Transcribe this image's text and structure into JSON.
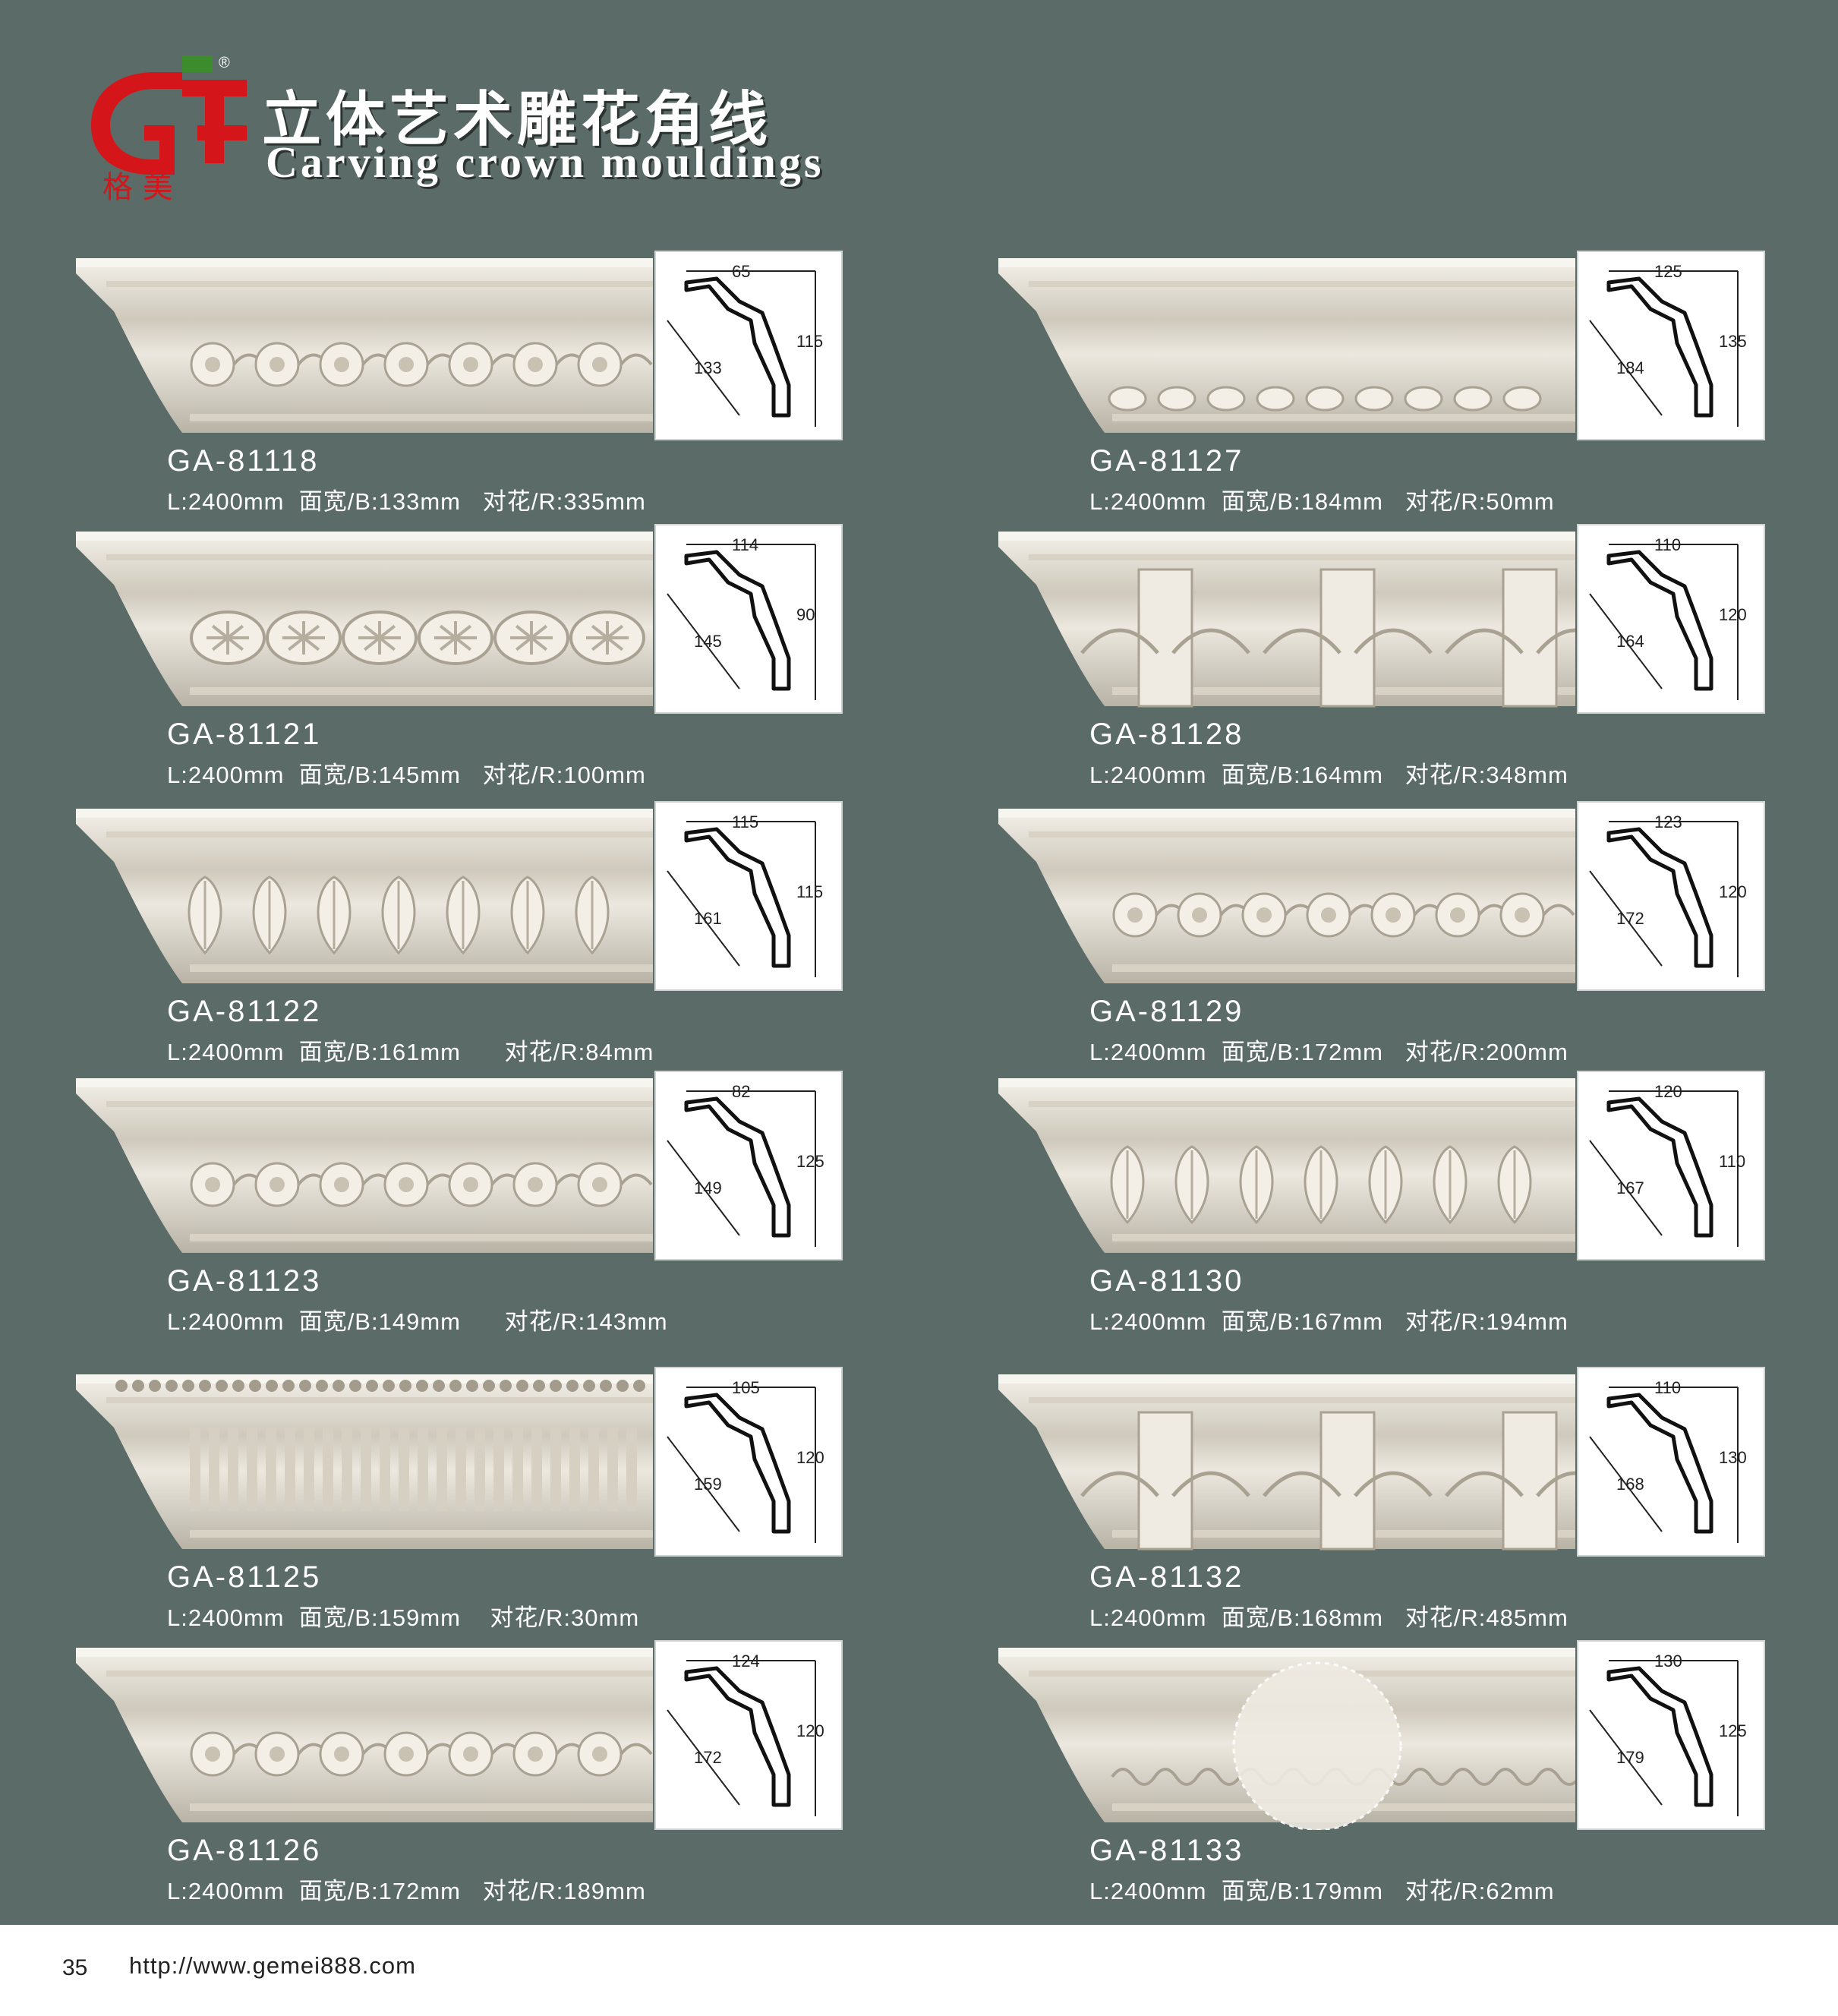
{
  "header": {
    "title_cn": "立体艺术雕花角线",
    "title_en": "Carving crown mouldings",
    "logo_text": "格 美",
    "logo_reg": "®"
  },
  "colors": {
    "background": "#5b6b67",
    "moulding": "#e6e1d6",
    "logo_red": "#d4151a",
    "logo_green": "#3c8c2e"
  },
  "products": [
    {
      "code": "GA-81118",
      "spec": "L:2400mm  面宽/B:133mm   对花/R:335mm",
      "dims": [
        "65",
        "115",
        "133"
      ]
    },
    {
      "code": "GA-81121",
      "spec": "L:2400mm  面宽/B:145mm   对花/R:100mm",
      "dims": [
        "114",
        "90",
        "145"
      ]
    },
    {
      "code": "GA-81122",
      "spec": "L:2400mm  面宽/B:161mm      对花/R:84mm",
      "dims": [
        "115",
        "115",
        "161"
      ]
    },
    {
      "code": "GA-81123",
      "spec": "L:2400mm  面宽/B:149mm      对花/R:143mm",
      "dims": [
        "82",
        "125",
        "149"
      ]
    },
    {
      "code": "GA-81125",
      "spec": "L:2400mm  面宽/B:159mm    对花/R:30mm",
      "dims": [
        "105",
        "120",
        "159"
      ]
    },
    {
      "code": "GA-81126",
      "spec": "L:2400mm  面宽/B:172mm   对花/R:189mm",
      "dims": [
        "124",
        "120",
        "172"
      ]
    },
    {
      "code": "GA-81127",
      "spec": "L:2400mm  面宽/B:184mm   对花/R:50mm",
      "dims": [
        "125",
        "135",
        "184"
      ]
    },
    {
      "code": "GA-81128",
      "spec": "L:2400mm  面宽/B:164mm   对花/R:348mm",
      "dims": [
        "110",
        "120",
        "164"
      ]
    },
    {
      "code": "GA-81129",
      "spec": "L:2400mm  面宽/B:172mm   对花/R:200mm",
      "dims": [
        "123",
        "120",
        "172"
      ]
    },
    {
      "code": "GA-81130",
      "spec": "L:2400mm  面宽/B:167mm   对花/R:194mm",
      "dims": [
        "120",
        "110",
        "167"
      ]
    },
    {
      "code": "GA-81132",
      "spec": "L:2400mm  面宽/B:168mm   对花/R:485mm",
      "dims": [
        "110",
        "130",
        "168"
      ]
    },
    {
      "code": "GA-81133",
      "spec": "L:2400mm  面宽/B:179mm   对花/R:62mm",
      "dims": [
        "130",
        "125",
        "179"
      ]
    }
  ],
  "footer": {
    "page": "35",
    "url": "http://www.gemei888.com"
  }
}
